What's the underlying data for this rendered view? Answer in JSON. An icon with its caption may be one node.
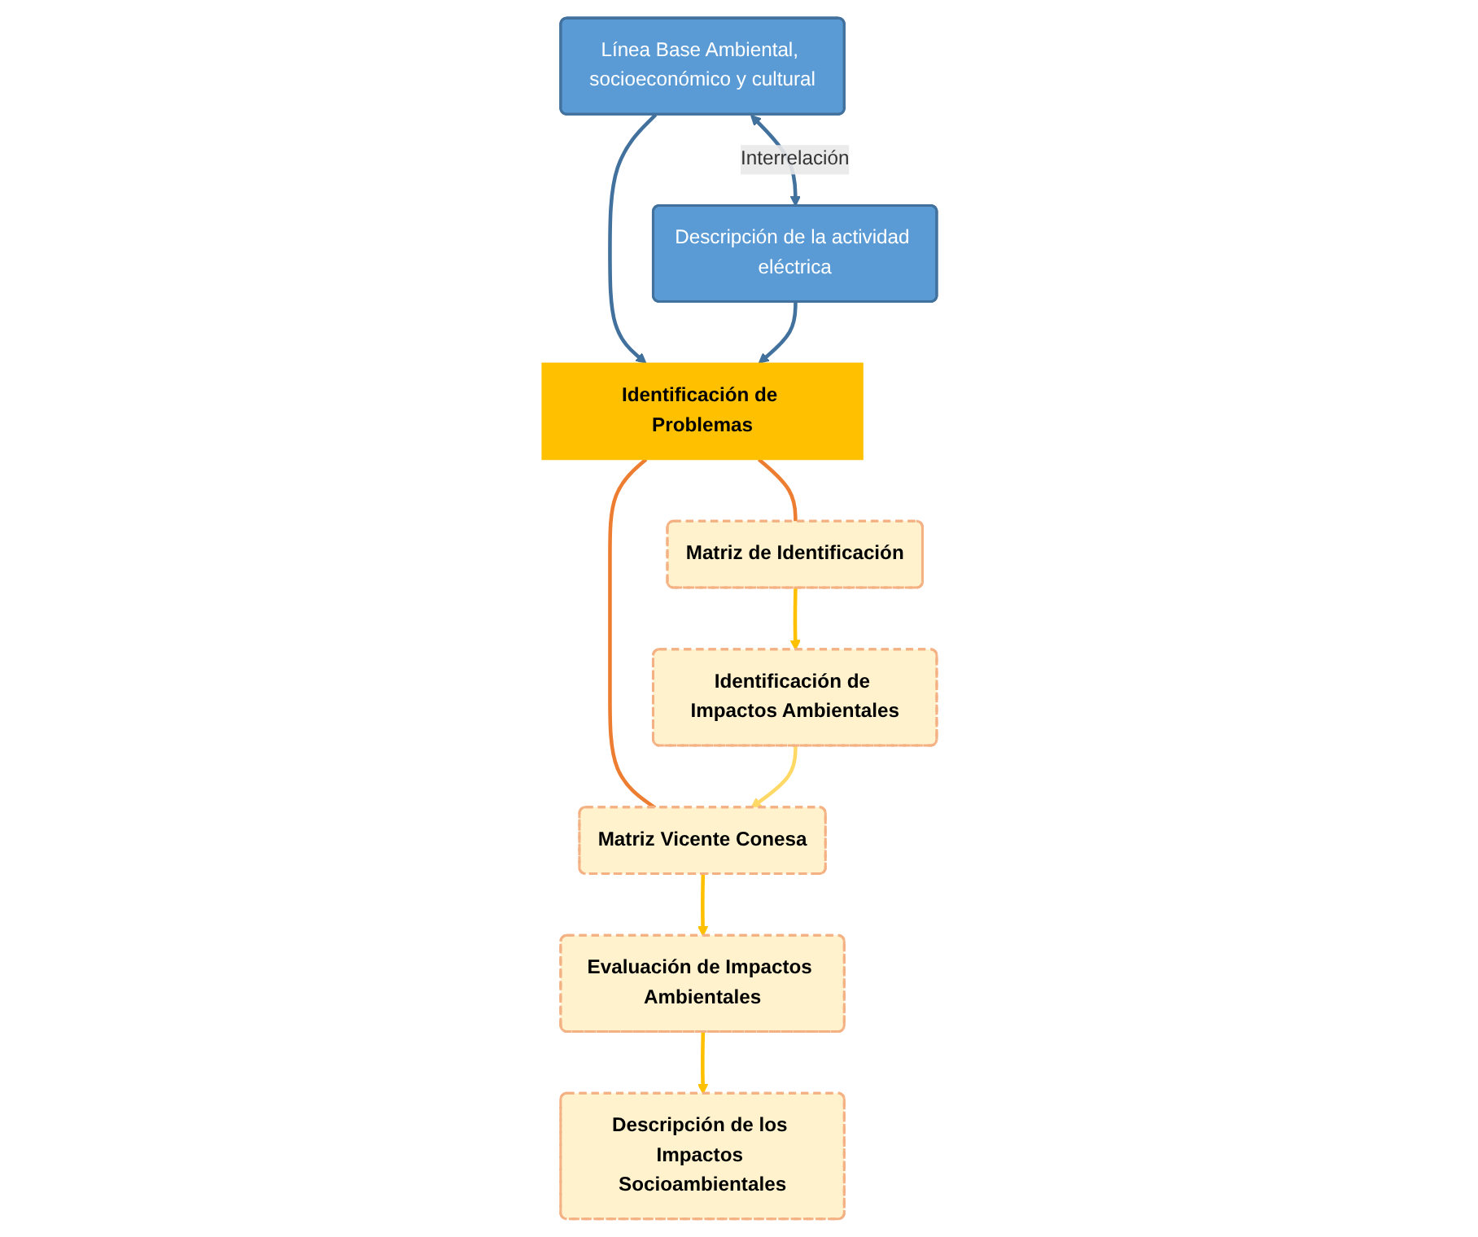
{
  "diagram": {
    "nodes": [
      {
        "text": [
          "Línea Base Ambiental, socioeconómico y cultural"
        ]
      },
      {
        "text": [
          "Descripción de la actividad eléctrica"
        ]
      },
      {
        "text": [
          "Identificación de Problemas"
        ]
      },
      {
        "text": [
          "Matriz de Identificación"
        ]
      },
      {
        "text": [
          "Identificación de Impactos Ambientales"
        ]
      },
      {
        "text": [
          "Matriz Vicente Conesa"
        ]
      },
      {
        "text": [
          "Evaluación de Impactos Ambientales"
        ]
      },
      {
        "text": [
          "Descripción de los Impactos Socioambientales"
        ]
      }
    ],
    "edges": [
      {
        "from": 0,
        "to": 1,
        "arrow": "both",
        "label": "Interrelación",
        "color": "#41719c"
      },
      {
        "from": 0,
        "to": 2,
        "arrow": "to",
        "color": "#41719c"
      },
      {
        "from": 1,
        "to": 2,
        "arrow": "to",
        "color": "#41719c"
      },
      {
        "from": 2,
        "to": 3,
        "arrow": "none",
        "color": "#ed7d31"
      },
      {
        "from": 2,
        "to": 5,
        "arrow": "none",
        "color": "#ed7d31"
      },
      {
        "from": 3,
        "to": 4,
        "arrow": "to",
        "color": "#ffc000"
      },
      {
        "from": 4,
        "to": 5,
        "arrow": "to",
        "color": "#ffd966"
      },
      {
        "from": 5,
        "to": 6,
        "arrow": "to",
        "color": "#ffc000"
      },
      {
        "from": 6,
        "to": 7,
        "arrow": "to",
        "color": "#ffc000"
      }
    ]
  }
}
